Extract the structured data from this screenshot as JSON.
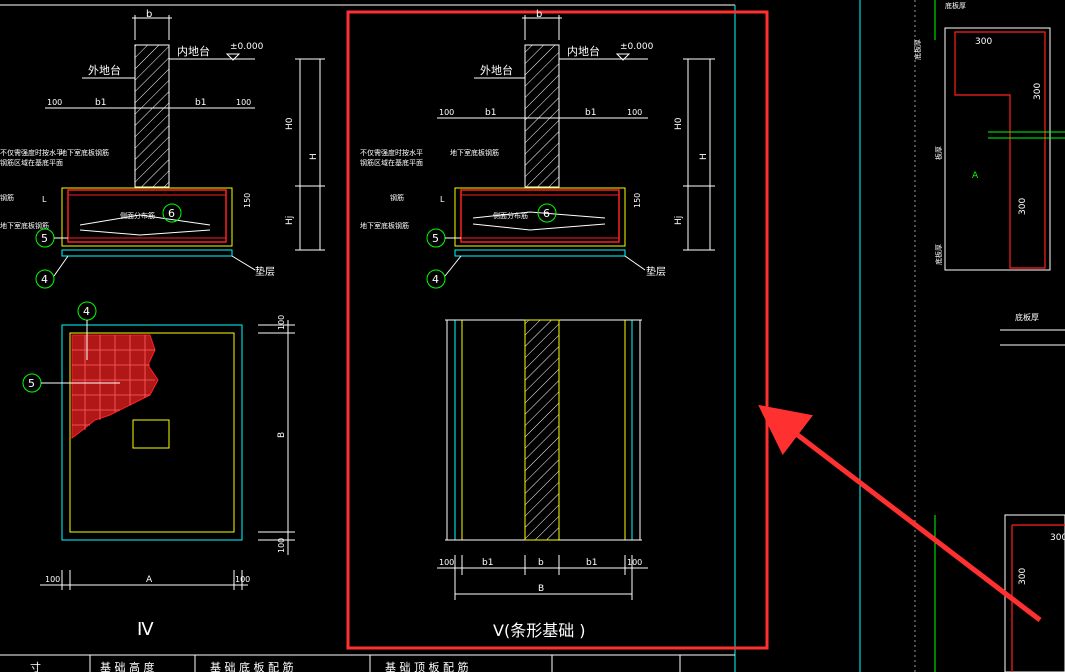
{
  "colors": {
    "background": "#000000",
    "line": "#ffffff",
    "cyan": "#00ffff",
    "rebar": "#ff2020",
    "label_green": "#00ff00",
    "yellow": "#ffff00",
    "highlight": "#ff3030"
  },
  "left_section": {
    "b": "b",
    "inner_floor": "内地台",
    "outer_floor": "外地台",
    "elevation": "±0.000",
    "dim_100_left": "100",
    "dim_b1_left": "b1",
    "dim_b1_right": "b1",
    "dim_100_right": "100",
    "note1": "不仅需强度时按水平",
    "note2": "钢筋区域在基底平面",
    "note3": "地下室底板钢筋",
    "side_bar": "侧面分布筋",
    "basement_rebar": "地下室底板钢筋",
    "bar_tag": "钢筋",
    "L1": "L",
    "h0_mark": "H0",
    "h_mark": "H",
    "hj_mark": "Hj",
    "dim_150": "150",
    "cushion": "垫层",
    "tag4": "4",
    "tag5": "5",
    "tag6": "6"
  },
  "left_plan": {
    "tag4": "4",
    "tag5": "5",
    "dim_top": "100",
    "dim_B": "B",
    "dim_bottom": "100",
    "dim_100_left": "100",
    "dim_A": "A",
    "dim_100_right": "100",
    "roman": "Ⅳ"
  },
  "middle_section": {
    "b": "b",
    "inner_floor": "内地台",
    "outer_floor": "外地台",
    "elevation": "±0.000",
    "dim_100_left": "100",
    "dim_b1_left": "b1",
    "dim_b1_right": "b1",
    "dim_100_right": "100",
    "note1": "不仅需强度时按水平",
    "note2": "钢筋区域在基底平面",
    "note3": "地下室底板钢筋",
    "side_bar": "侧面分布筋",
    "basement_rebar": "地下室底板钢筋",
    "bar_tag": "钢筋",
    "L1": "L",
    "h0_mark": "H0",
    "h_mark": "H",
    "hj_mark": "Hj",
    "dim_150": "150",
    "cushion": "垫层",
    "tag4": "4",
    "tag5": "5",
    "tag6": "6"
  },
  "middle_plan": {
    "dim_100_left": "100",
    "dim_b1_left": "b1",
    "dim_b": "b",
    "dim_b1_right": "b1",
    "dim_100_right": "100",
    "dim_B": "B",
    "title": "Ⅴ(条形基础 )"
  },
  "right_detail": {
    "top_label": "底板厚",
    "d300_top": "300",
    "d300_right": "300",
    "d300_mid": "300",
    "side_label": "板厚",
    "axis_A": "A",
    "label_base": "底板厚",
    "label_bottom": "底板厚",
    "lower_top": "300",
    "lower_side": "300",
    "lower_label": "底板厚"
  },
  "bottom_table": {
    "col1": "寸",
    "col2": "基 础 高 度",
    "col3": "基 础 底 板 配 筋",
    "col4": "基 础 顶 板 配 筋"
  }
}
